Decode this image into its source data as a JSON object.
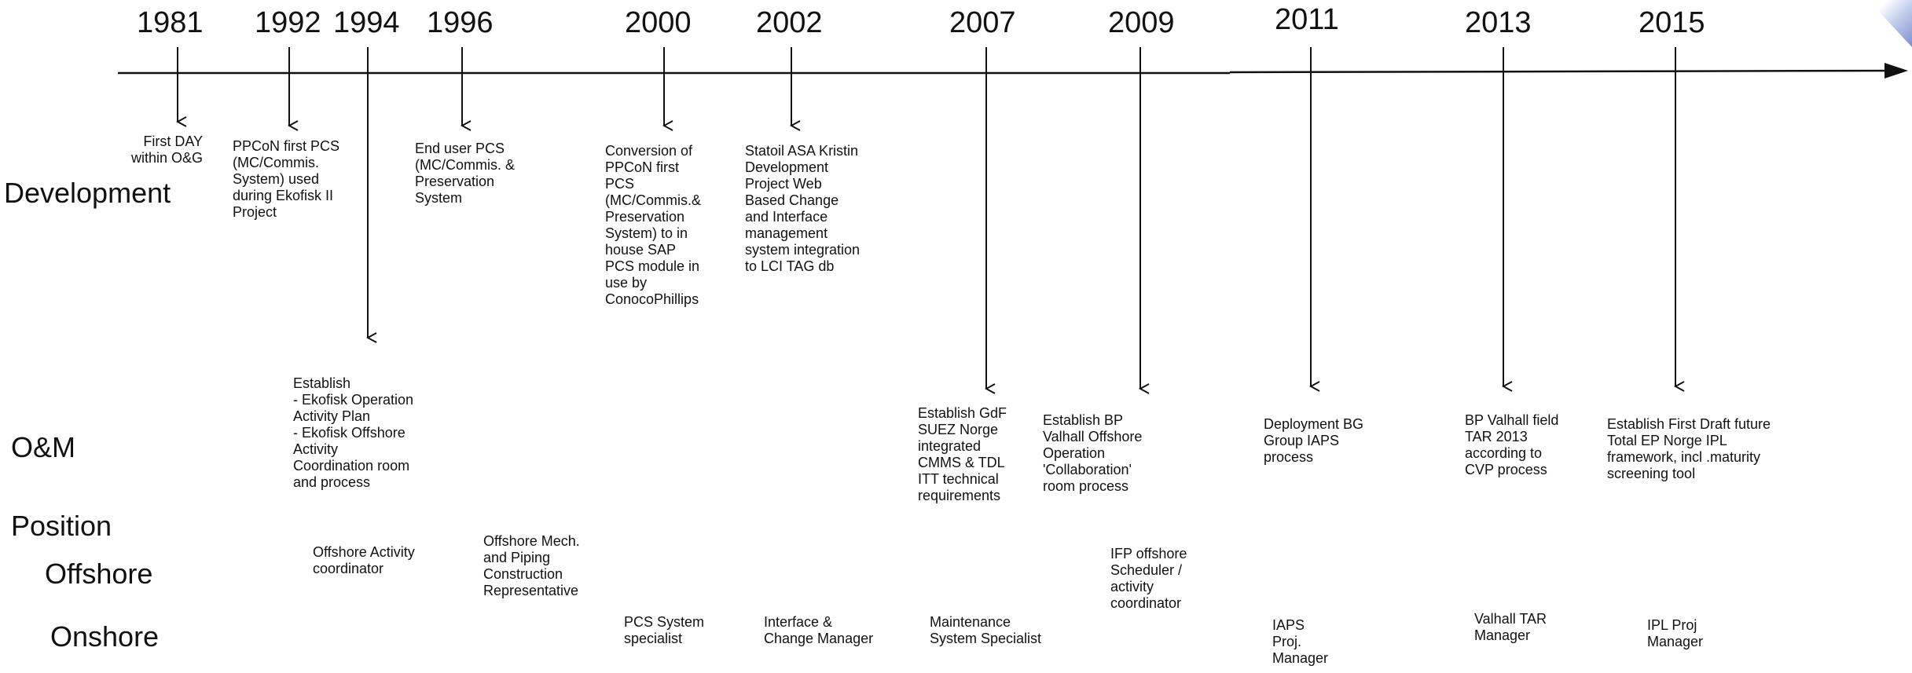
{
  "years": [
    "1981",
    "1992",
    "1994",
    "1996",
    "2000",
    "2002",
    "2007",
    "2009",
    "2011",
    "2013",
    "2015"
  ],
  "row_labels": {
    "development": "Development",
    "om": "O&M",
    "position": "Position",
    "offshore": "Offshore",
    "onshore": "Onshore"
  },
  "development": {
    "y1981": "First DAY\nwithin O&G",
    "y1992": "PPCoN first PCS\n(MC/Commis.\nSystem) used\nduring Ekofisk II\nProject",
    "y1996": "End user PCS\n(MC/Commis. &\nPreservation\nSystem",
    "y2000": "Conversion of\nPPCoN first\nPCS\n(MC/Commis.&\nPreservation\nSystem) to in\nhouse SAP\nPCS module  in\nuse by\nConocoPhillips",
    "y2002": "Statoil ASA Kristin\nDevelopment\nProject Web\nBased Change\nand Interface\nmanagement\nsystem integration\nto LCI TAG db"
  },
  "om": {
    "y1994": "Establish\n- Ekofisk Operation\nActivity Plan\n- Ekofisk Offshore\nActivity\nCoordination room\nand process",
    "y2007": "Establish GdF\nSUEZ Norge\nintegrated\nCMMS & TDL\nITT technical\nrequirements",
    "y2009": "Establish BP\nValhall Offshore\nOperation\n'Collaboration'\nroom process",
    "y2011": "Deployment BG\nGroup IAPS\nprocess",
    "y2013": "BP Valhall  field\nTAR 2013\naccording to\nCVP process",
    "y2015": "Establish First Draft future\nTotal EP Norge IPL\nframework, incl .maturity\nscreening tool"
  },
  "positions": {
    "offshore_activity": "Offshore Activity\ncoordinator",
    "offshore_mech": "Offshore Mech.\nand Piping\nConstruction\nRepresentative",
    "pcs_specialist": "PCS System\nspecialist",
    "interface_manager": "Interface &\nChange Manager",
    "maintenance": "Maintenance\nSystem Specialist",
    "ifp_scheduler": "IFP offshore\nScheduler /\nactivity\ncoordinator",
    "iaps_manager": "IAPS\nProj.\nManager",
    "valhall_tar": "Valhall TAR\nManager",
    "ipl_manager": "IPL Proj\nManager"
  },
  "colors": {
    "line": "#111111",
    "text": "#111111"
  },
  "icons": {
    "arrow": "down-arrow-icon",
    "axis_arrow": "arrowhead-right-icon"
  }
}
